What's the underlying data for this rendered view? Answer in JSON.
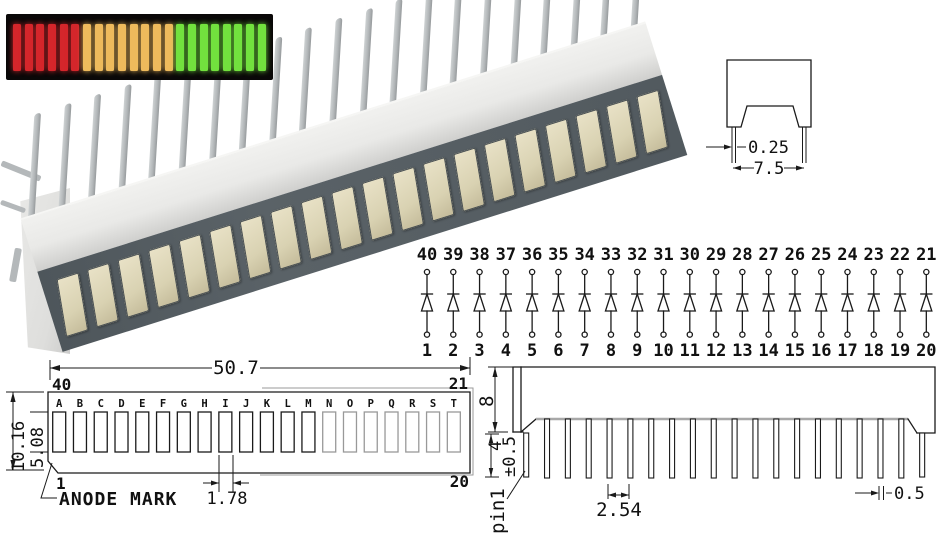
{
  "palette": {
    "face-gray": "#5a6267",
    "window-beige": "#d9d2b2",
    "body-white": "#e9e9e7",
    "pin-gray": "#b4b8ba",
    "line-black": "#1a1a1a"
  },
  "led_panel": {
    "bar_groups": [
      {
        "color_name": "red",
        "hex": "#d4262b",
        "count": 6
      },
      {
        "color_name": "amber",
        "hex": "#eeba5c",
        "count": 8
      },
      {
        "color_name": "green",
        "hex": "#72e13e",
        "count": 8
      }
    ]
  },
  "photo": {
    "top_pin_count": 21,
    "window_count": 20,
    "stray_pin_count": 3
  },
  "end_view": {
    "lead_width": "0.25",
    "lead_span": "7.5"
  },
  "schematic": {
    "top_pins": [
      "40",
      "39",
      "38",
      "37",
      "36",
      "35",
      "34",
      "33",
      "32",
      "31",
      "30",
      "29",
      "28",
      "27",
      "26",
      "25",
      "24",
      "23",
      "22",
      "21"
    ],
    "bottom_pins": [
      "1",
      "2",
      "3",
      "4",
      "5",
      "6",
      "7",
      "8",
      "9",
      "10",
      "11",
      "12",
      "13",
      "14",
      "15",
      "16",
      "17",
      "18",
      "19",
      "20"
    ]
  },
  "front_view": {
    "overall_width": "50.7",
    "overall_height": "10.16",
    "window_height": "5.08",
    "window_width": "1.78",
    "pin_top_left": "40",
    "pin_top_right": "21",
    "pin_bottom_left": "1",
    "pin_bottom_right": "20",
    "anode_label": "ANODE MARK",
    "segment_letters": [
      "A",
      "B",
      "C",
      "D",
      "E",
      "F",
      "G",
      "H",
      "I",
      "J",
      "K",
      "L",
      "M",
      "N",
      "O",
      "P",
      "Q",
      "R",
      "S",
      "T"
    ],
    "gray_segment_start_letter": "N"
  },
  "side_view": {
    "body_height": "8",
    "lead_length": "4",
    "lead_tolerance": "±0.5",
    "pin1_label": "pin1",
    "lead_pitch": "2.54",
    "lead_thickness": "0.5",
    "pin_count": 20
  }
}
